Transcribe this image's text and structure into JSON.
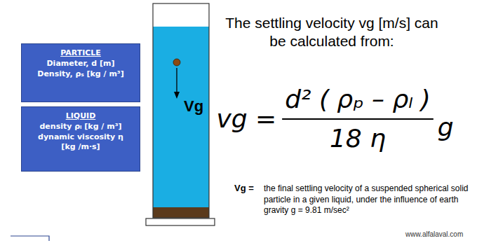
{
  "diagram": {
    "title": "The settling velocity vg [m/s] can be calculated from:",
    "nodes": [
      {
        "text": [
          "PARTICLE",
          "Diameter, d [m] Density, ρₛ [kg / m³]"
        ]
      },
      {
        "text": [
          "LIQUID",
          "density ρₗ [kg / m³]",
          "dynamic viscosity η [kg /m·s]"
        ]
      },
      {
        "text": [
          "Vg"
        ]
      }
    ],
    "edges": [],
    "labels": [
      "vg =",
      "d² ( ρₚ – ρₗ )",
      "18 η",
      "g",
      "Vg =",
      "the final settling velocity of a suspended spherical solid particle in a given liquid, under the influence of earth gravity g = 9.81 m/sec²",
      "www.alfalaval.com"
    ]
  }
}
